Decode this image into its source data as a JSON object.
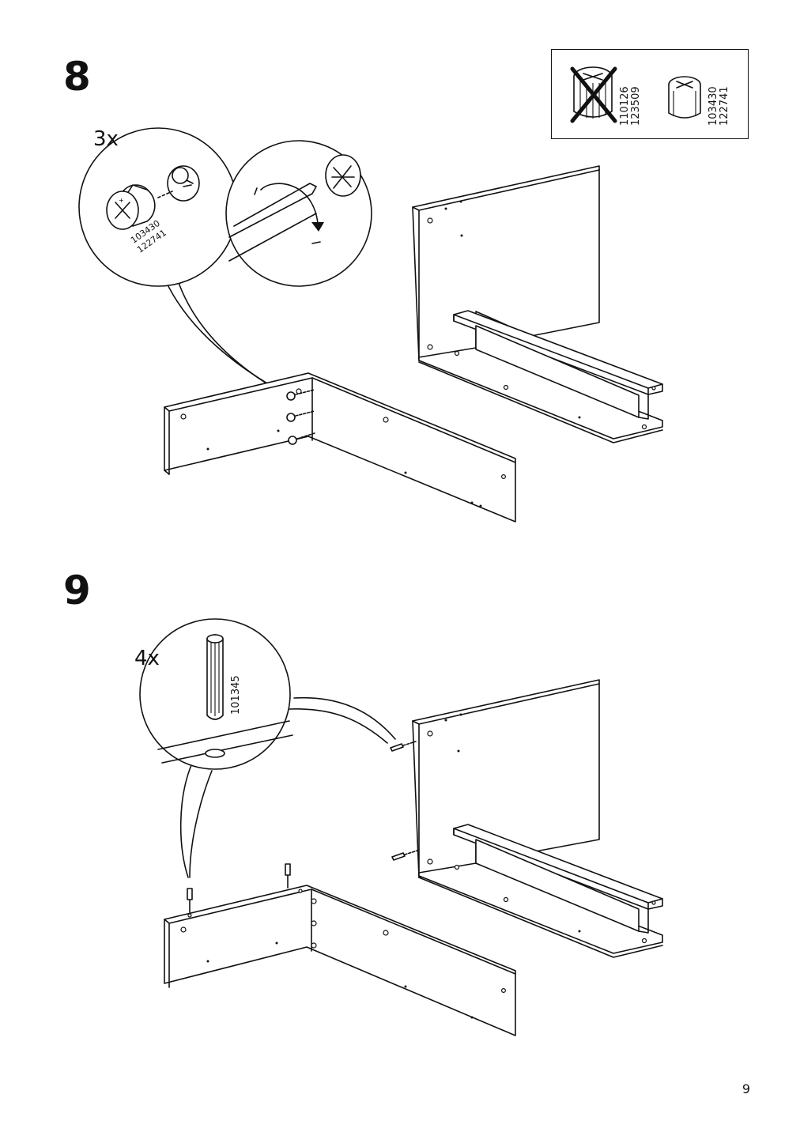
{
  "page": {
    "number": "9"
  },
  "step8": {
    "number": "8",
    "quantity": "3x",
    "cam_lock_label_1": "103430",
    "cam_lock_label_2": "122741"
  },
  "legend": {
    "wrong_part_label_1": "110126",
    "wrong_part_label_2": "123509",
    "right_part_label_1": "103430",
    "right_part_label_2": "122741"
  },
  "step9": {
    "number": "9",
    "quantity": "4x",
    "dowel_label": "101345"
  }
}
